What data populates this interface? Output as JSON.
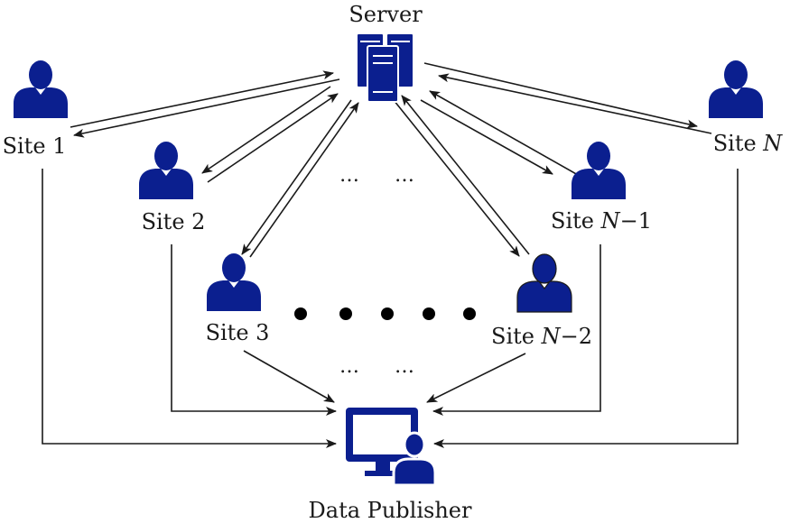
{
  "colors": {
    "icon": "#0b1f8f",
    "line": "#1a1a1a",
    "background": "#ffffff"
  },
  "nodes": {
    "server": {
      "label": "Server",
      "icon": "server-icon"
    },
    "site1": {
      "label": "Site 1",
      "icon": "user-icon"
    },
    "site2": {
      "label": "Site 2",
      "icon": "user-icon"
    },
    "site3": {
      "label": "Site 3",
      "icon": "user-icon"
    },
    "siteN2": {
      "label_prefix": "Site ",
      "label_var": "N",
      "label_suffix": "−2",
      "icon": "user-icon"
    },
    "siteN1": {
      "label_prefix": "Site ",
      "label_var": "N",
      "label_suffix": "−1",
      "icon": "user-icon"
    },
    "siteN": {
      "label_prefix": "Site ",
      "label_var": "N",
      "label_suffix": "",
      "icon": "user-icon"
    },
    "publisher": {
      "label": "Data Publisher",
      "icon": "monitor-user-icon"
    }
  },
  "ellipsis": "…",
  "edges": [
    {
      "from": "site1",
      "to": "server",
      "bidirectional": true
    },
    {
      "from": "site2",
      "to": "server",
      "bidirectional": true
    },
    {
      "from": "site3",
      "to": "server",
      "bidirectional": true
    },
    {
      "from": "siteN2",
      "to": "server",
      "bidirectional": true
    },
    {
      "from": "siteN1",
      "to": "server",
      "bidirectional": true
    },
    {
      "from": "siteN",
      "to": "server",
      "bidirectional": true
    },
    {
      "from": "site1",
      "to": "publisher"
    },
    {
      "from": "site2",
      "to": "publisher"
    },
    {
      "from": "site3",
      "to": "publisher"
    },
    {
      "from": "siteN2",
      "to": "publisher"
    },
    {
      "from": "siteN1",
      "to": "publisher"
    },
    {
      "from": "siteN",
      "to": "publisher"
    }
  ]
}
